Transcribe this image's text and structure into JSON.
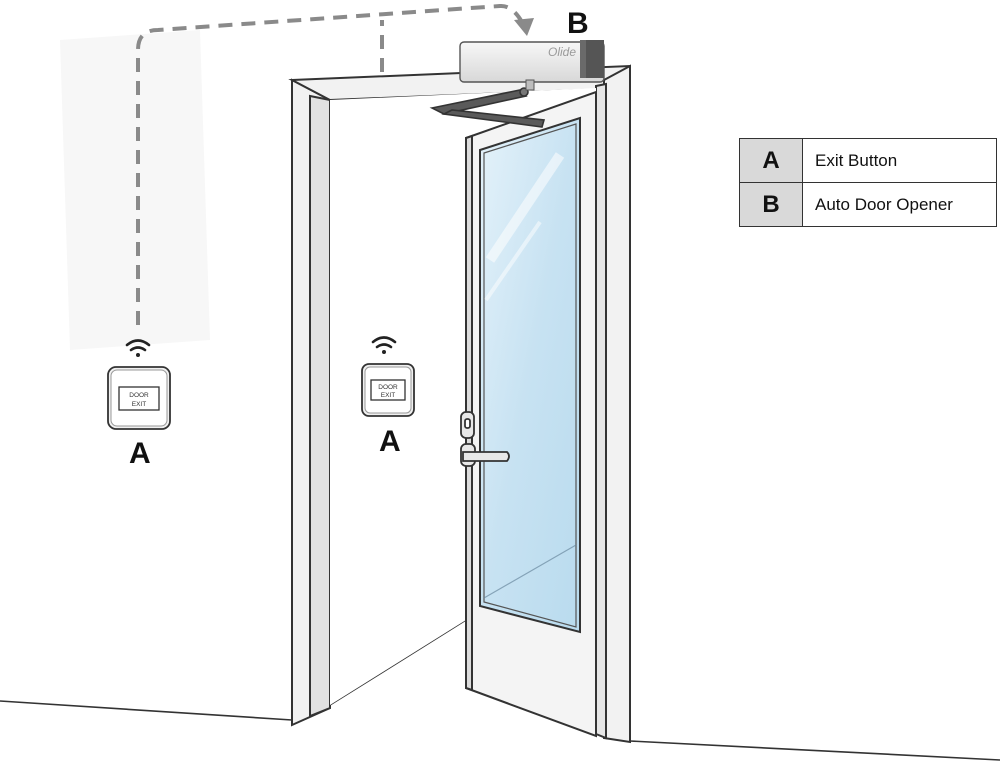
{
  "labels": {
    "left_button": "A",
    "center_button": "A",
    "opener": "B"
  },
  "exit_button": {
    "line1": "DOOR",
    "line2": "EXIT"
  },
  "opener_brand": "Olide",
  "legend": [
    {
      "key": "A",
      "value": "Exit Button"
    },
    {
      "key": "B",
      "value": "Auto Door Opener"
    }
  ],
  "colors": {
    "glass": "#cfe6f3",
    "opener_body": "#eeeeee",
    "opener_cap": "#6a6a6a",
    "dashed_line": "#8a8a8a",
    "legend_key_bg": "#d9d9d9"
  }
}
